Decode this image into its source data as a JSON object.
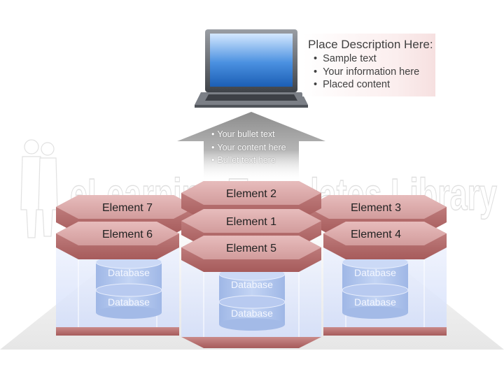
{
  "description": {
    "title": "Place Description Here:",
    "bullets": [
      "Sample text",
      "Your information here",
      "Placed content"
    ]
  },
  "arrow_bullets": [
    "Your bullet text",
    "Your content here",
    "Bullet text here"
  ],
  "elements": {
    "e1": "Element 1",
    "e2": "Element 2",
    "e3": "Element 3",
    "e4": "Element 4",
    "e5": "Element 5",
    "e6": "Element 6",
    "e7": "Element 7"
  },
  "database_label": "Database",
  "watermark": "eLearning Templates Library",
  "colors": {
    "hex_top": "#dba7a7",
    "hex_side": "#b86a6a",
    "panel": "#dde6fa",
    "cylinder": "#a9c0ea",
    "arrow": "#9a9a9a",
    "screen": "#3c86d8"
  }
}
